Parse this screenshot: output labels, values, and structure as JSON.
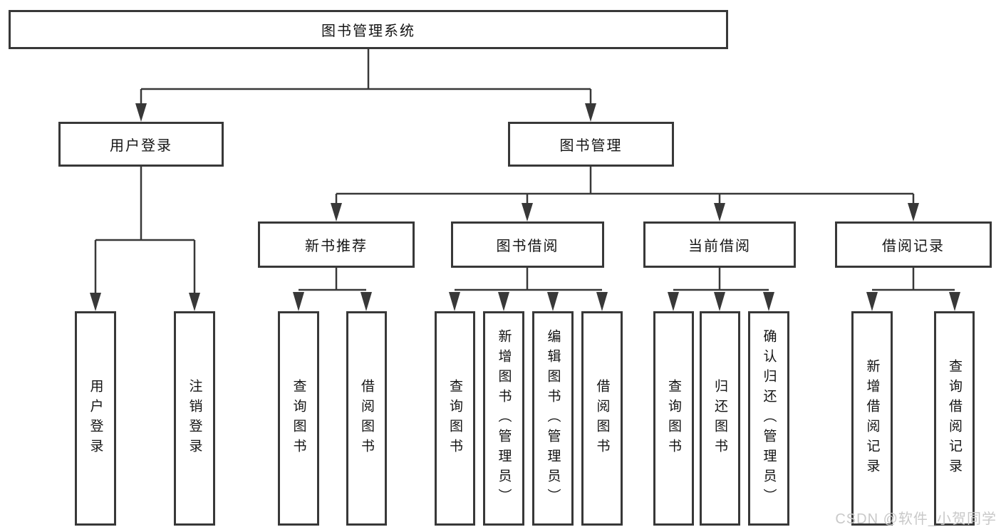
{
  "diagram": {
    "title_note": "functional structure tree",
    "root": {
      "label": "图书管理系统"
    },
    "branches": [
      {
        "label": "用户登录",
        "children": [
          {
            "label": "用户登录"
          },
          {
            "label": "注销登录"
          }
        ]
      },
      {
        "label": "图书管理",
        "children": [
          {
            "label": "新书推荐",
            "children": [
              {
                "label": "查询图书"
              },
              {
                "label": "借阅图书"
              }
            ]
          },
          {
            "label": "图书借阅",
            "children": [
              {
                "label": "查询图书"
              },
              {
                "label": "新增图书（管理员）"
              },
              {
                "label": "编辑图书（管理员）"
              },
              {
                "label": "借阅图书"
              }
            ]
          },
          {
            "label": "当前借阅",
            "children": [
              {
                "label": "查询图书"
              },
              {
                "label": "归还图书"
              },
              {
                "label": "确认归还（管理员）"
              }
            ]
          },
          {
            "label": "借阅记录",
            "children": [
              {
                "label": "新增借阅记录"
              },
              {
                "label": "查询借阅记录"
              }
            ]
          }
        ]
      }
    ],
    "watermark": "CSDN @软件_小贺同学",
    "colors": {
      "line": "#383838",
      "box_border": "#383838",
      "text": "#141414",
      "watermark": "#c9c9c9",
      "background": "#ffffff"
    }
  }
}
